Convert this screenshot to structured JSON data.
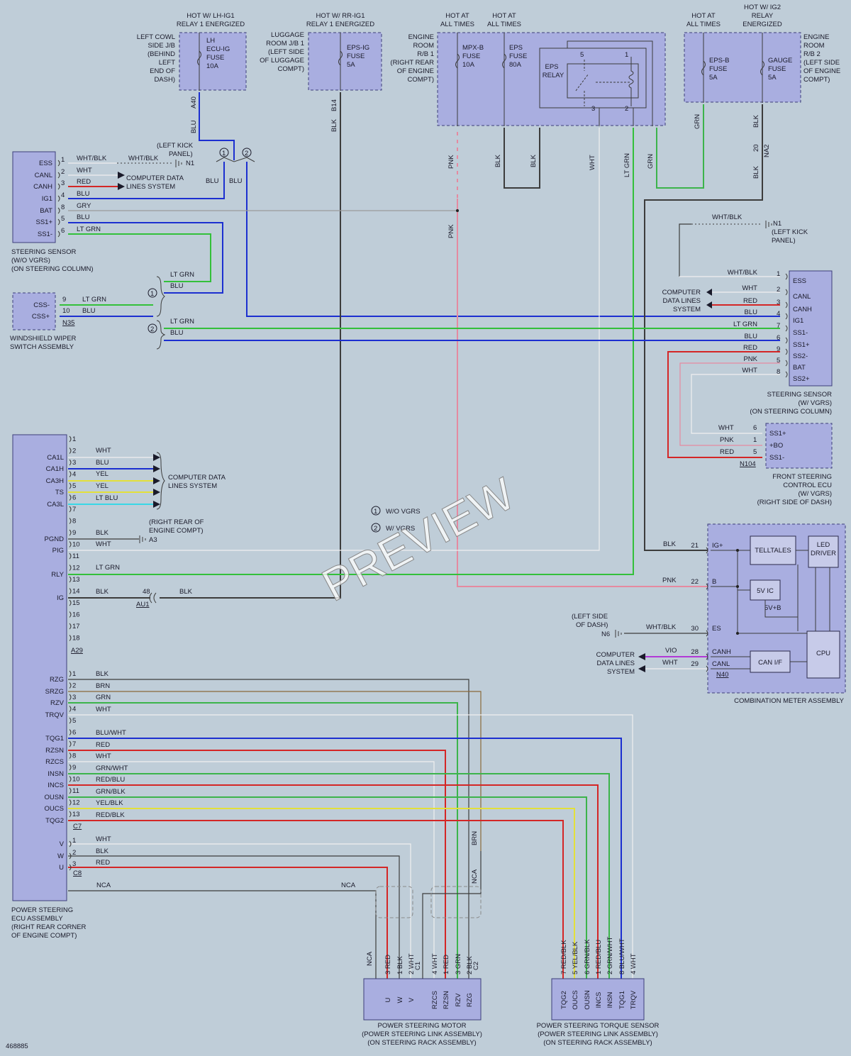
{
  "colors": {
    "BLU": "#1c2fd0",
    "LTGRN": "#33c03a",
    "GRN": "#3cb44b",
    "RED": "#d42626",
    "PNK": "#e58aa0",
    "BLK": "#3c3c3c",
    "WHT": "#e8e8e8",
    "GRY": "#9a9a9a",
    "YEL": "#e3e03a",
    "LTBLU": "#38d7e6",
    "BRN": "#8a6a3a",
    "VIO": "#b23ad6",
    "BG": "#bfcdd8",
    "COMP": "#a9aee0"
  },
  "diagram_id": "468885",
  "watermark": "PREVIEW",
  "fuses": {
    "lh_hot": [
      "HOT W/ LH-IG1",
      "RELAY 1 ENERGIZED"
    ],
    "lh_loc": [
      "LEFT COWL",
      "SIDE J/B",
      "(BEHIND",
      "LEFT",
      "END OF",
      "DASH)"
    ],
    "lh_fuse": [
      "LH",
      "ECU-IG",
      "FUSE",
      "10A"
    ],
    "lh_conn": "A40",
    "rr_hot": [
      "HOT W/ RR-IG1",
      "RELAY 1 ENERGIZED"
    ],
    "rr_loc": [
      "LUGGAGE",
      "ROOM J/B 1",
      "(LEFT SIDE",
      "OF LUGGAGE",
      "COMPT)"
    ],
    "rr_fuse": [
      "EPS-IG",
      "FUSE",
      "5A"
    ],
    "rr_conn": "B14",
    "hot1": [
      "HOT AT",
      "ALL TIMES"
    ],
    "hot2": [
      "HOT AT",
      "ALL TIMES"
    ],
    "er_loc": [
      "ENGINE",
      "ROOM",
      "R/B 1",
      "(RIGHT REAR",
      "OF ENGINE",
      "COMPT)"
    ],
    "mpx_fuse": [
      "MPX-B",
      "FUSE",
      "10A"
    ],
    "eps_fuse": [
      "EPS",
      "FUSE",
      "80A"
    ],
    "eps_relay": [
      "EPS",
      "RELAY"
    ],
    "relay_pins": [
      "5",
      "1",
      "3",
      "2"
    ],
    "hot3": [
      "HOT AT",
      "ALL TIMES"
    ],
    "hot4": [
      "HOT W/ IG2",
      "RELAY",
      "ENERGIZED"
    ],
    "epsb_fuse": [
      "EPS-B",
      "FUSE",
      "5A"
    ],
    "gauge_fuse": [
      "GAUGE",
      "FUSE",
      "5A"
    ],
    "er2_loc": [
      "ENGINE",
      "ROOM",
      "R/B 2",
      "(LEFT SIDE",
      "OF ENGINE",
      "COMPT)"
    ],
    "na2_pin": "20",
    "na2_conn": "NA2"
  },
  "wire_labels": {
    "blu": "BLU",
    "blk": "BLK",
    "pnk": "PNK",
    "wht": "WHT",
    "ltgrn": "LT GRN",
    "grn": "GRN",
    "red": "RED",
    "whtblk": "WHT/BLK",
    "gry": "GRY",
    "yel": "YEL",
    "ltblu": "LT BLU",
    "brn": "BRN",
    "nca": "NCA",
    "vio": "VIO"
  },
  "ss_wo": {
    "name": [
      "STEERING SENSOR",
      "(W/O VGRS)",
      "(ON STEERING COLUMN)"
    ],
    "pins": [
      "ESS",
      "CANL",
      "CANH",
      "IG1",
      "BAT",
      "SS1+",
      "SS1-"
    ],
    "nums": [
      "1",
      "2",
      "3",
      "4",
      "8",
      "5",
      "6"
    ],
    "wires": [
      "WHT/BLK",
      "WHT",
      "RED",
      "BLU",
      "GRY",
      "BLU",
      "LT GRN"
    ],
    "cdl": [
      "COMPUTER DATA",
      "LINES SYSTEM"
    ],
    "kick": [
      "(LEFT KICK",
      "PANEL)"
    ],
    "n1": "N1"
  },
  "legend": {
    "o1": "W/O VGRS",
    "o2": "W/ VGRS",
    "n1": "1",
    "n2": "2"
  },
  "wiper": {
    "name": [
      "WINDSHIELD WIPER",
      "SWITCH ASSEMBLY"
    ],
    "pins": [
      "CSS-",
      "CSS+"
    ],
    "nums": [
      "9",
      "10"
    ],
    "wires": [
      "LT GRN",
      "BLU"
    ],
    "conn": "N35"
  },
  "ss_w": {
    "name": [
      "STEERING SENSOR",
      "(W/ VGRS)",
      "(ON STEERING COLUMN)"
    ],
    "pins": [
      "ESS",
      "CANL",
      "CANH",
      "IG1",
      "SS1-",
      "SS1+",
      "SS2-",
      "BAT",
      "SS2+"
    ],
    "nums": [
      "1",
      "2",
      "3",
      "4",
      "7",
      "6",
      "9",
      "5",
      "8"
    ],
    "wires": [
      "WHT/BLK",
      "WHT",
      "RED",
      "BLU",
      "LT GRN",
      "BLU",
      "RED",
      "PNK",
      "WHT"
    ],
    "cdl": [
      "COMPUTER",
      "DATA LINES",
      "SYSTEM"
    ],
    "n1": "N1",
    "kick": [
      "(LEFT KICK",
      "PANEL)"
    ]
  },
  "fsecu": {
    "name": [
      "FRONT STEERING",
      "CONTROL ECU",
      "(W/ VGRS)",
      "(RIGHT SIDE OF DASH)"
    ],
    "pins": [
      "SS1+",
      "+BO",
      "SS1-"
    ],
    "nums": [
      "6",
      "1",
      "5"
    ],
    "wires": [
      "WHT",
      "PNK",
      "RED"
    ],
    "conn": "N104"
  },
  "meter": {
    "name": "COMBINATION METER ASSEMBLY",
    "pins": [
      "IG+",
      "B",
      "ES",
      "CANH",
      "CANL"
    ],
    "nums": [
      "21",
      "22",
      "30",
      "28",
      "29"
    ],
    "wires": [
      "BLK",
      "PNK",
      "WHT/BLK",
      "VIO",
      "WHT"
    ],
    "blocks": [
      "TELLTALES",
      "LED",
      "DRIVER",
      "5V IC",
      "5V+B",
      "CAN I/F",
      "CPU"
    ],
    "conn": "N40",
    "n6": "N6",
    "dash": [
      "(LEFT SIDE",
      "OF DASH)"
    ],
    "cdl": [
      "COMPUTER",
      "DATA LINES",
      "SYSTEM"
    ]
  },
  "ecu": {
    "name": [
      "POWER STEERING",
      "ECU ASSEMBLY",
      "(RIGHT REAR CORNER",
      "OF ENGINE COMPT)"
    ],
    "a_labels": [
      "CA1L",
      "CA1H",
      "CA3H",
      "TS",
      "CA3L",
      "PGND",
      "PIG",
      "RLY",
      "IG"
    ],
    "a_nums": [
      "1",
      "2",
      "3",
      "4",
      "5",
      "6",
      "7",
      "8",
      "9",
      "10",
      "11",
      "12",
      "13",
      "14",
      "15",
      "16",
      "17",
      "18"
    ],
    "a_wires": [
      "WHT",
      "BLU",
      "YEL",
      "YEL",
      "LT BLU",
      "BLK",
      "WHT",
      "LT GRN",
      "BLK"
    ],
    "a_conn": "A29",
    "a3": "A3",
    "rear_note": [
      "(RIGHT REAR OF",
      "ENGINE COMPT)"
    ],
    "cdl": [
      "COMPUTER DATA",
      "LINES SYSTEM"
    ],
    "au1_pin": "48",
    "au1": "AU1",
    "c_labels": [
      "RZG",
      "SRZG",
      "RZV",
      "TRQV",
      "TQG1",
      "RZSN",
      "RZCS",
      "INSN",
      "INCS",
      "OUSN",
      "OUCS",
      "TQG2"
    ],
    "c_nums": [
      "1",
      "2",
      "3",
      "4",
      "5",
      "6",
      "7",
      "8",
      "9",
      "10",
      "11",
      "12",
      "13"
    ],
    "c_wires": [
      "BLK",
      "BRN",
      "GRN",
      "WHT",
      "BLU/WHT",
      "RED",
      "WHT",
      "GRN/WHT",
      "RED/BLU",
      "GRN/BLK",
      "YEL/BLK",
      "RED/BLK"
    ],
    "c_conn": "C7",
    "v_labels": [
      "V",
      "W",
      "U"
    ],
    "v_nums": [
      "1",
      "2",
      "3"
    ],
    "v_wires": [
      "WHT",
      "BLK",
      "RED"
    ],
    "v_conn": "C8"
  },
  "motor": {
    "name": [
      "POWER STEERING MOTOR",
      "(POWER STEERING LINK ASSEMBLY)",
      "(ON STEERING RACK ASSEMBLY)"
    ],
    "pins": [
      "U",
      "W",
      "V",
      "RZCS",
      "RZSN",
      "RZV",
      "RZG"
    ],
    "wires": [
      "3 RED",
      "1 BLK",
      "2 WHT",
      "4 WHT",
      "1 RED",
      "3 GRN",
      "2 BLK"
    ],
    "c1": "C1",
    "c2": "C2"
  },
  "torque": {
    "name": [
      "POWER STEERING TORQUE SENSOR",
      "(POWER STEERING LINK ASSEMBLY)",
      "(ON STEERING RACK ASSEMBLY)"
    ],
    "pins": [
      "TQG2",
      "OUCS",
      "OUSN",
      "INCS",
      "INSN",
      "TQG1",
      "TRQV"
    ],
    "wires": [
      "7 RED/BLK",
      "5 YEL/BLK",
      "6 GRN/BLK",
      "1 RED/BLU",
      "2 GRN/WHT",
      "8 BLU/WHT",
      "4 WHT"
    ]
  }
}
